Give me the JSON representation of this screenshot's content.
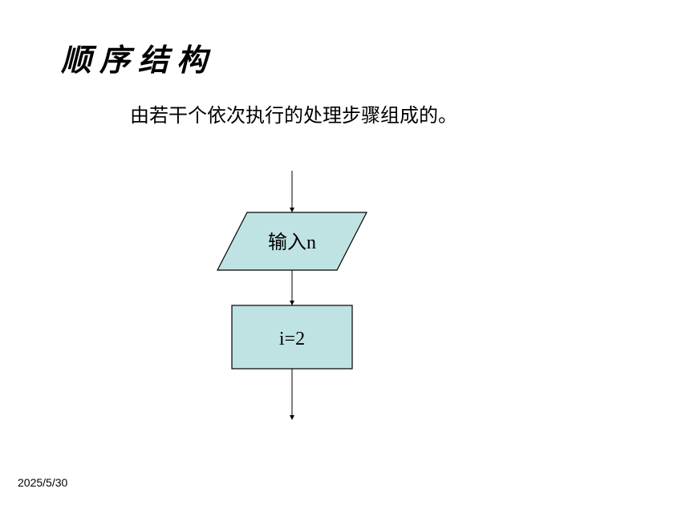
{
  "slide": {
    "title": "顺序结构",
    "subtitle": "由若干个依次执行的处理步骤组成的。",
    "date": "2025/5/30"
  },
  "flowchart": {
    "input_label": "输入n",
    "process_label": "i=2",
    "fill_color": "#bfe3e3",
    "stroke_color": "#000000"
  }
}
